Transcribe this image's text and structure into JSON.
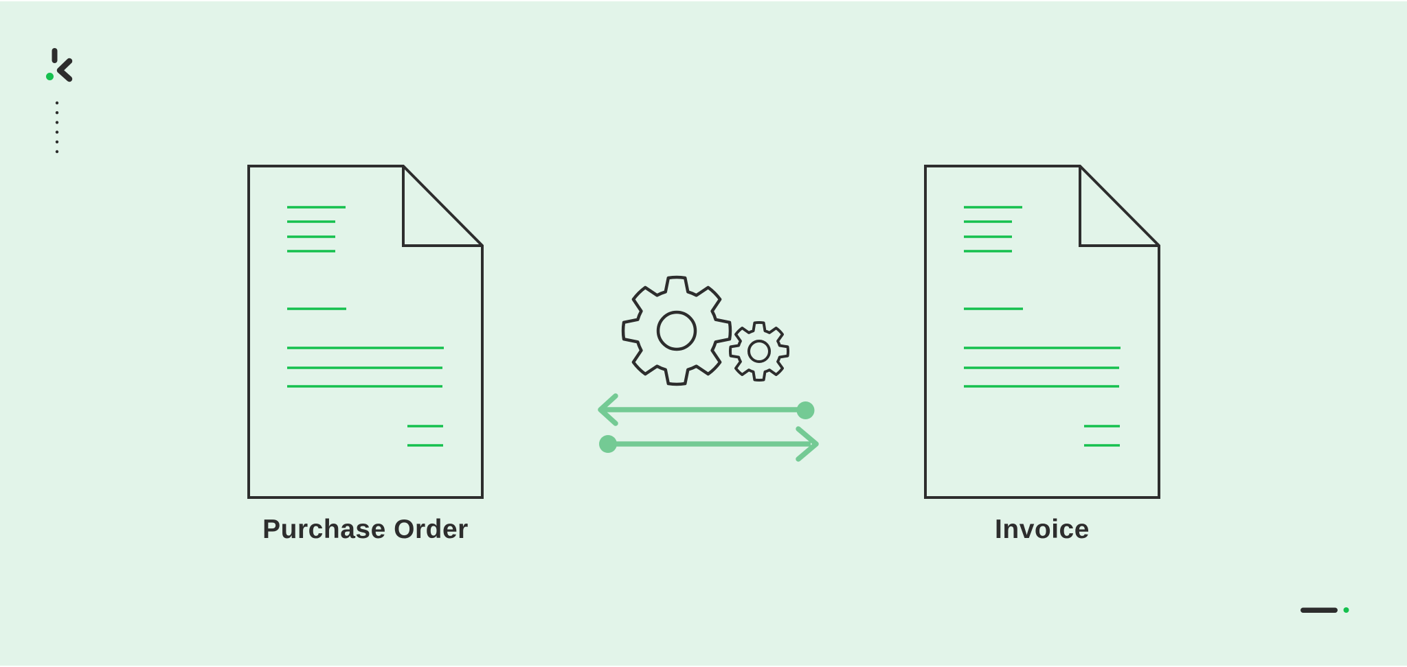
{
  "colors": {
    "bg": "#e2f4e9",
    "ink": "#2d2d2d",
    "green": "#15c04e",
    "soft": "#74ca94"
  },
  "brand": {
    "logo_icon": "kissflow-k-logo"
  },
  "documents": [
    {
      "label": "Purchase Order"
    },
    {
      "label": "Invoice"
    }
  ],
  "center_icons": [
    "gears-icon",
    "exchange-arrows-icon"
  ],
  "decorations": [
    "vertical-dots",
    "dash-dot-mark"
  ]
}
